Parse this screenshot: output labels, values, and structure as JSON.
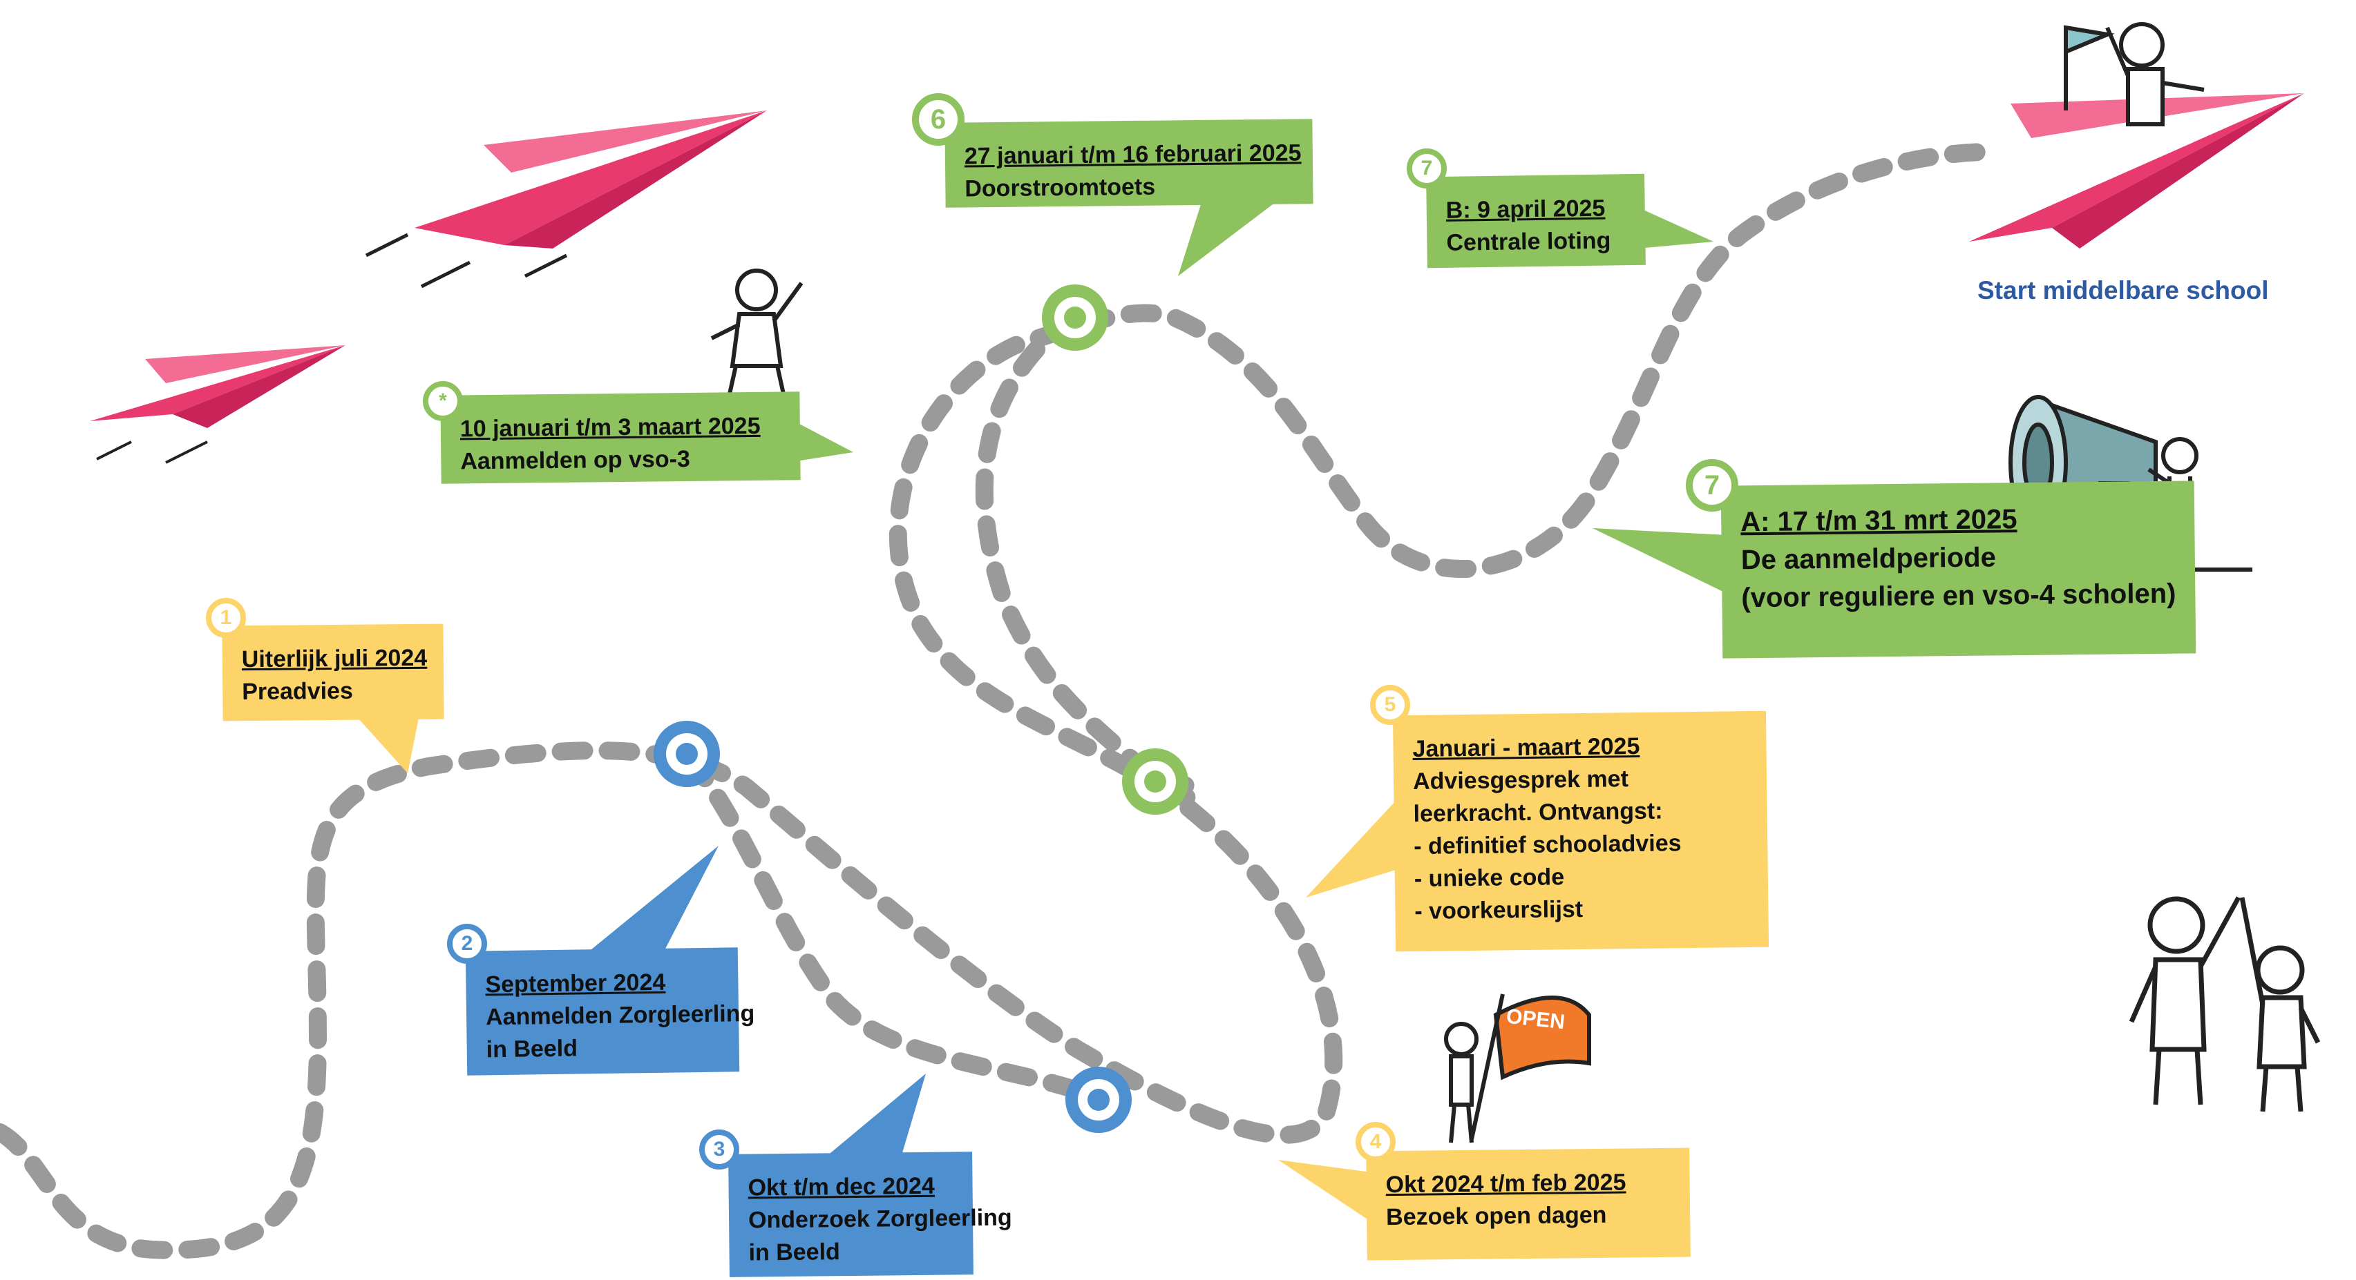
{
  "final_label": "Start middelbare school",
  "flag_text": "OPEN",
  "colors": {
    "green": "#8dc25e",
    "yellow": "#fcd46a",
    "blue": "#4d8fcf",
    "path": "#9a9a9a",
    "plane": "#e83a6e",
    "label": "#2d5aa0",
    "flag": "#f07a2a"
  },
  "steps": [
    {
      "badge": "1",
      "title": "Uiterlijk juli 2024",
      "lines": [
        "Preadvies"
      ]
    },
    {
      "badge": "2",
      "title": "September 2024",
      "lines": [
        "Aanmelden Zorgleerling",
        "in Beeld"
      ]
    },
    {
      "badge": "3",
      "title": "Okt t/m dec 2024",
      "lines": [
        "Onderzoek Zorgleerling",
        "in Beeld"
      ]
    },
    {
      "badge": "4",
      "title": "Okt 2024 t/m feb 2025",
      "lines": [
        "Bezoek open dagen"
      ]
    },
    {
      "badge": "5",
      "title": "Januari - maart 2025",
      "lines": [
        "Adviesgesprek met",
        "leerkracht. Ontvangst:",
        "- definitief schooladvies",
        "- unieke code",
        "- voorkeurslijst"
      ]
    },
    {
      "badge": "*",
      "title": "10 januari t/m 3 maart 2025",
      "lines": [
        "Aanmelden op vso-3"
      ]
    },
    {
      "badge": "6",
      "title": "27 januari t/m 16 februari 2025",
      "lines": [
        "Doorstroomtoets"
      ]
    },
    {
      "badge": "7",
      "title": "B: 9 april 2025",
      "lines": [
        "Centrale loting"
      ]
    },
    {
      "badge": "7",
      "title": "A: 17 t/m 31 mrt 2025",
      "lines": [
        "De aanmeldperiode",
        "(voor reguliere en vso-4 scholen)"
      ]
    }
  ],
  "icons": [
    "paper-plane-icon",
    "person-waving-icon",
    "megaphone-icon",
    "person-with-open-flag-icon",
    "high-five-people-icon",
    "path-marker-icon"
  ]
}
